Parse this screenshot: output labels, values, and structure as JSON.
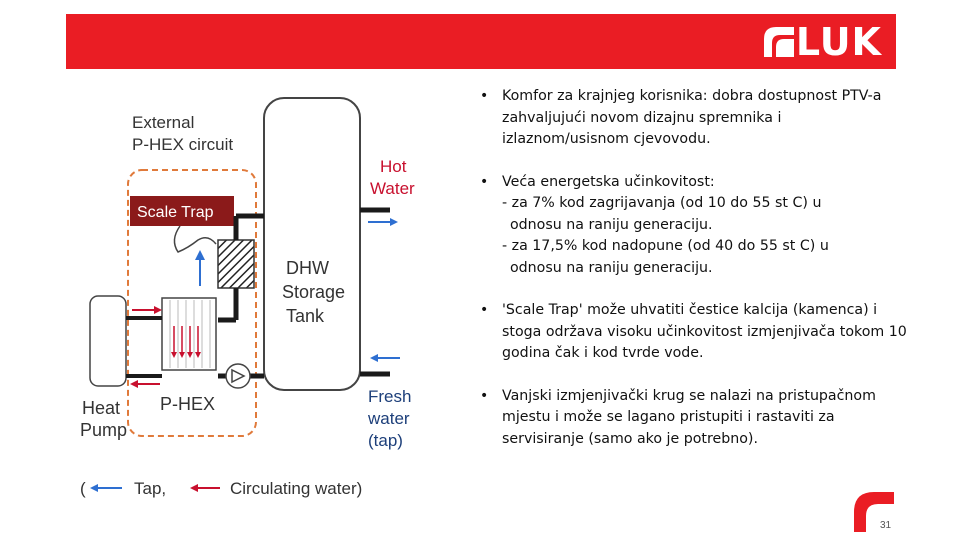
{
  "header": {
    "logo_text": "LUK",
    "bar_color": "#ea1d24"
  },
  "diagram": {
    "external_label_1": "External",
    "external_label_2": "P-HEX circuit",
    "scale_trap": "Scale Trap",
    "hot_water_1": "Hot",
    "hot_water_2": "Water",
    "dhw_1": "DHW",
    "dhw_2": "Storage",
    "dhw_3": "Tank",
    "fresh_1": "Fresh",
    "fresh_2": "water",
    "fresh_3": "(tap)",
    "heat_pump_1": "Heat",
    "heat_pump_2": "Pump",
    "phex": "P-HEX",
    "legend_open": "(",
    "legend_tap": "Tap,",
    "legend_circ": "Circulating water)",
    "colors": {
      "red": "#c8102e",
      "blue": "#2e6fd1",
      "dark_red": "#8b1a1a",
      "dashed": "#e07a3b"
    }
  },
  "bullets": [
    {
      "lines": [
        "Komfor za krajnjeg korisnika: dobra dostupnost PTV-a",
        "zahvaljujući novom dizajnu spremnika i",
        "izlaznom/usisnom cjevovodu."
      ]
    },
    {
      "lines": [
        "Veća energetska učinkovitost:"
      ],
      "subs": [
        {
          "first": "- za 7% kod zagrijavanja (od 10 do 55 st C) u",
          "cont": "odnosu na raniju generaciju."
        },
        {
          "first": "- za 17,5% kod nadopune (od 40 do 55 st C) u",
          "cont": "odnosu na raniju generaciju."
        }
      ]
    },
    {
      "lines": [
        "'Scale Trap' može uhvatiti čestice kalcija (kamenca) i",
        "stoga održava visoku učinkovitost izmjenjivača tokom 10",
        "godina čak i kod tvrde vode."
      ]
    },
    {
      "lines": [
        "Vanjski izmjenjivački krug se nalazi na pristupačnom",
        "mjestu i može se lagano pristupiti i rastaviti za",
        "servisiranje (samo ako je potrebno)."
      ]
    }
  ],
  "page_number": "31"
}
